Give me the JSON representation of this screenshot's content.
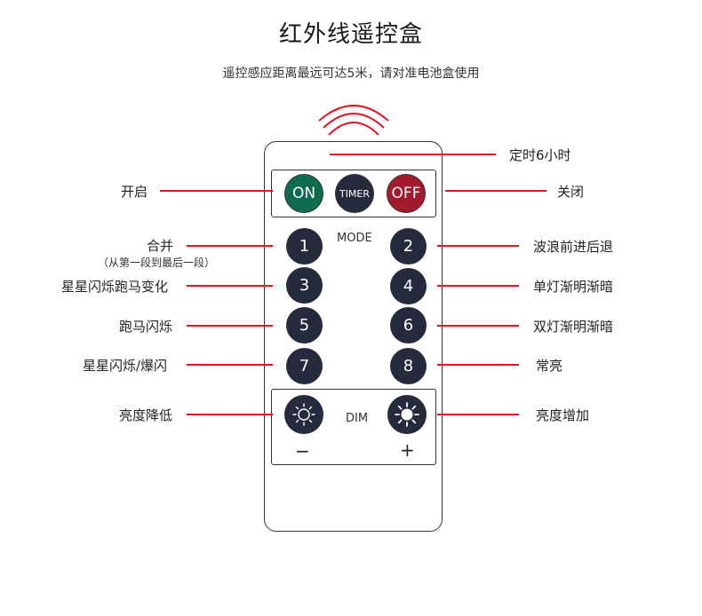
{
  "title": "红外线遥控盒",
  "subtitle": "遥控感应距离最远可达5米，请对准电池盒使用",
  "top_buttons": {
    "on": "ON",
    "timer": "TIMER",
    "off": "OFF"
  },
  "mode_label": "MODE",
  "dim_label": "DIM",
  "dim_minus": "−",
  "dim_plus": "+",
  "numbers": [
    "1",
    "2",
    "3",
    "4",
    "5",
    "6",
    "7",
    "8"
  ],
  "labels": {
    "timer": "定时6小时",
    "on": "开启",
    "off": "关闭",
    "b1": "合并",
    "b1_sub": "（从第一段到最后一段）",
    "b2": "波浪前进后退",
    "b3": "星星闪烁跑马变化",
    "b4": "单灯渐明渐暗",
    "b5": "跑马闪烁",
    "b6": "双灯渐明渐暗",
    "b7": "星星闪烁/爆闪",
    "b8": "常亮",
    "dim_down": "亮度降低",
    "dim_up": "亮度增加"
  },
  "colors": {
    "line": "#e0141e",
    "on": "#0e6b4f",
    "off": "#a3192d",
    "button": "#252b3d"
  },
  "icons": [
    "ir-signal-icon",
    "brightness-down-icon",
    "brightness-up-icon"
  ]
}
